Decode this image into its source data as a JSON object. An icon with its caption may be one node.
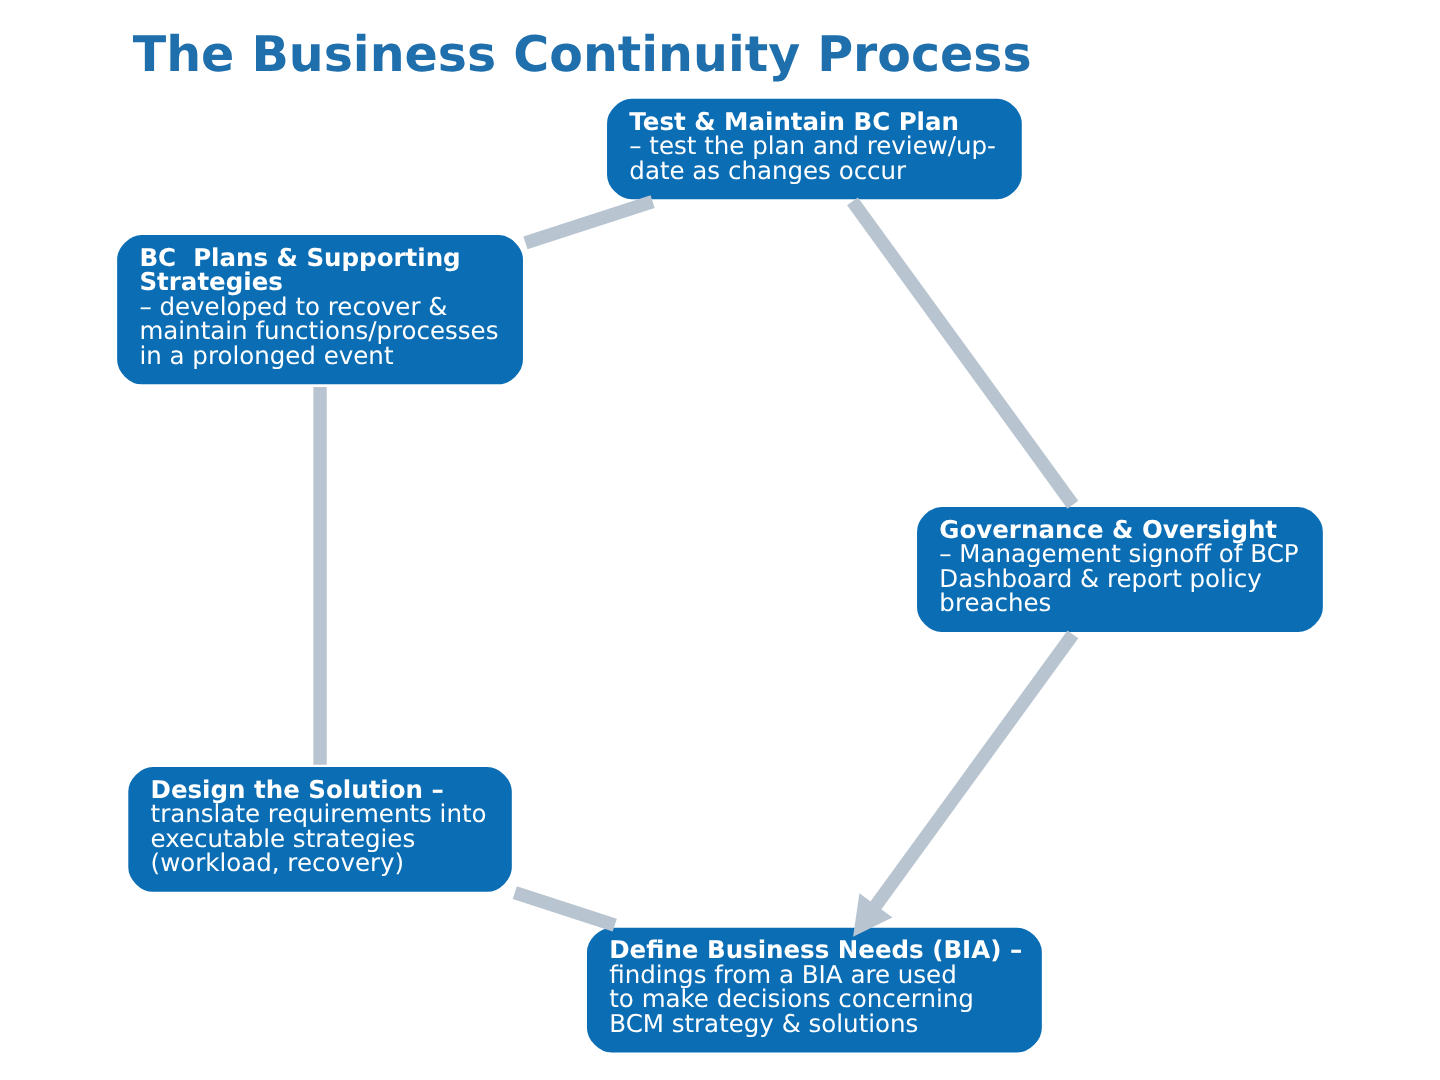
{
  "diagram": {
    "title": "The Business Continuity Process",
    "nodes": [
      {
        "text": [
          "Define Business Needs (BIA) –",
          "findings from a BIA are used to make decisions concerning BCM strategy & solutions"
        ]
      },
      {
        "text": [
          "Design the Solution –",
          "translate requirements into executable strategies (workload, recovery)"
        ]
      },
      {
        "text": [
          "BC  Plans & Supporting Strategies",
          "– developed to recover & maintain functions/processes in a prolonged event"
        ]
      },
      {
        "text": [
          "Test & Maintain BC Plan",
          "– test the plan and review/up-date as changes occur"
        ]
      },
      {
        "text": [
          "Governance & Oversight",
          "– Management signoff of BCP Dashboard & report policy breaches"
        ]
      }
    ],
    "edges": [
      {
        "from": 0,
        "to": 1,
        "arrow": "none"
      },
      {
        "from": 1,
        "to": 2,
        "arrow": "none"
      },
      {
        "from": 2,
        "to": 3,
        "arrow": "none"
      },
      {
        "from": 3,
        "to": 4,
        "arrow": "none"
      },
      {
        "from": 4,
        "to": 0,
        "arrow": "to"
      }
    ]
  }
}
